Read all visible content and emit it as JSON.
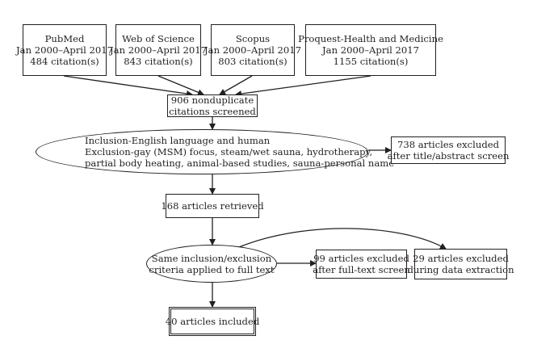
{
  "sources": [
    {
      "name": "PubMed",
      "dates": "Jan 2000–April 2017",
      "count": "484 citation(s)"
    },
    {
      "name": "Web of Science",
      "dates": "Jan 2000–April 2017",
      "count": "843 citation(s)"
    },
    {
      "name": "Scopus",
      "dates": "Jan 2000–April 2017",
      "count": "803 citation(s)"
    },
    {
      "name": "Proquest-Health and Medicine",
      "dates": "Jan 2000–April 2017",
      "count": "1155 citation(s)"
    }
  ],
  "screened": {
    "line1": "906 nonduplicate",
    "line2": "citations screened"
  },
  "criteria": {
    "line1": "Inclusion-English language and human",
    "line2": "Exclusion-gay (MSM) focus, steam/wet sauna, hydrotherapy,",
    "line3": "partial body heating, animal-based studies, sauna-personal name"
  },
  "excluded_title": {
    "line1": "738 articles excluded",
    "line2": "after title/abstract screen"
  },
  "retrieved": "168 articles retrieved",
  "fulltext_criteria": {
    "line1": "Same inclusion/exclusion",
    "line2": "criteria applied to full text"
  },
  "excluded_fulltext": {
    "line1": "99 articles excluded",
    "line2": "after full-text screen"
  },
  "excluded_extraction": {
    "line1": "29 articles excluded",
    "line2": "during data extraction"
  },
  "included": "40 articles included"
}
